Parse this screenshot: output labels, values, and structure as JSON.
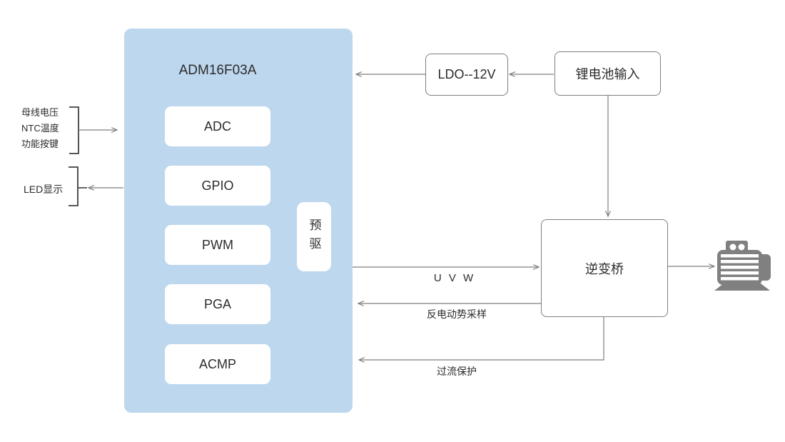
{
  "mcu": {
    "title": "ADM16F03A",
    "blocks": [
      "ADC",
      "GPIO",
      "PWM",
      "PGA",
      "ACMP"
    ],
    "predriver": "预驱"
  },
  "power": {
    "ldo": "LDO--12V",
    "battery": "锂电池输入"
  },
  "inverter": {
    "label": "逆变桥"
  },
  "io": {
    "inputs": [
      "母线电压",
      "NTC温度",
      "功能按键"
    ],
    "led": "LED显示"
  },
  "signals": {
    "uvw": "U V W",
    "bemf": "反电动势采样",
    "overcurrent": "过流保护"
  },
  "icons": {
    "motor": "motor-icon"
  },
  "colors": {
    "mcu_fill": "#BDD7EE",
    "box_border": "#7F7F7F",
    "connector": "#7F7F7F",
    "bracket": "#404040",
    "text": "#2B2B2B",
    "motor_icon": "#808080",
    "background": "#FFFFFF"
  }
}
